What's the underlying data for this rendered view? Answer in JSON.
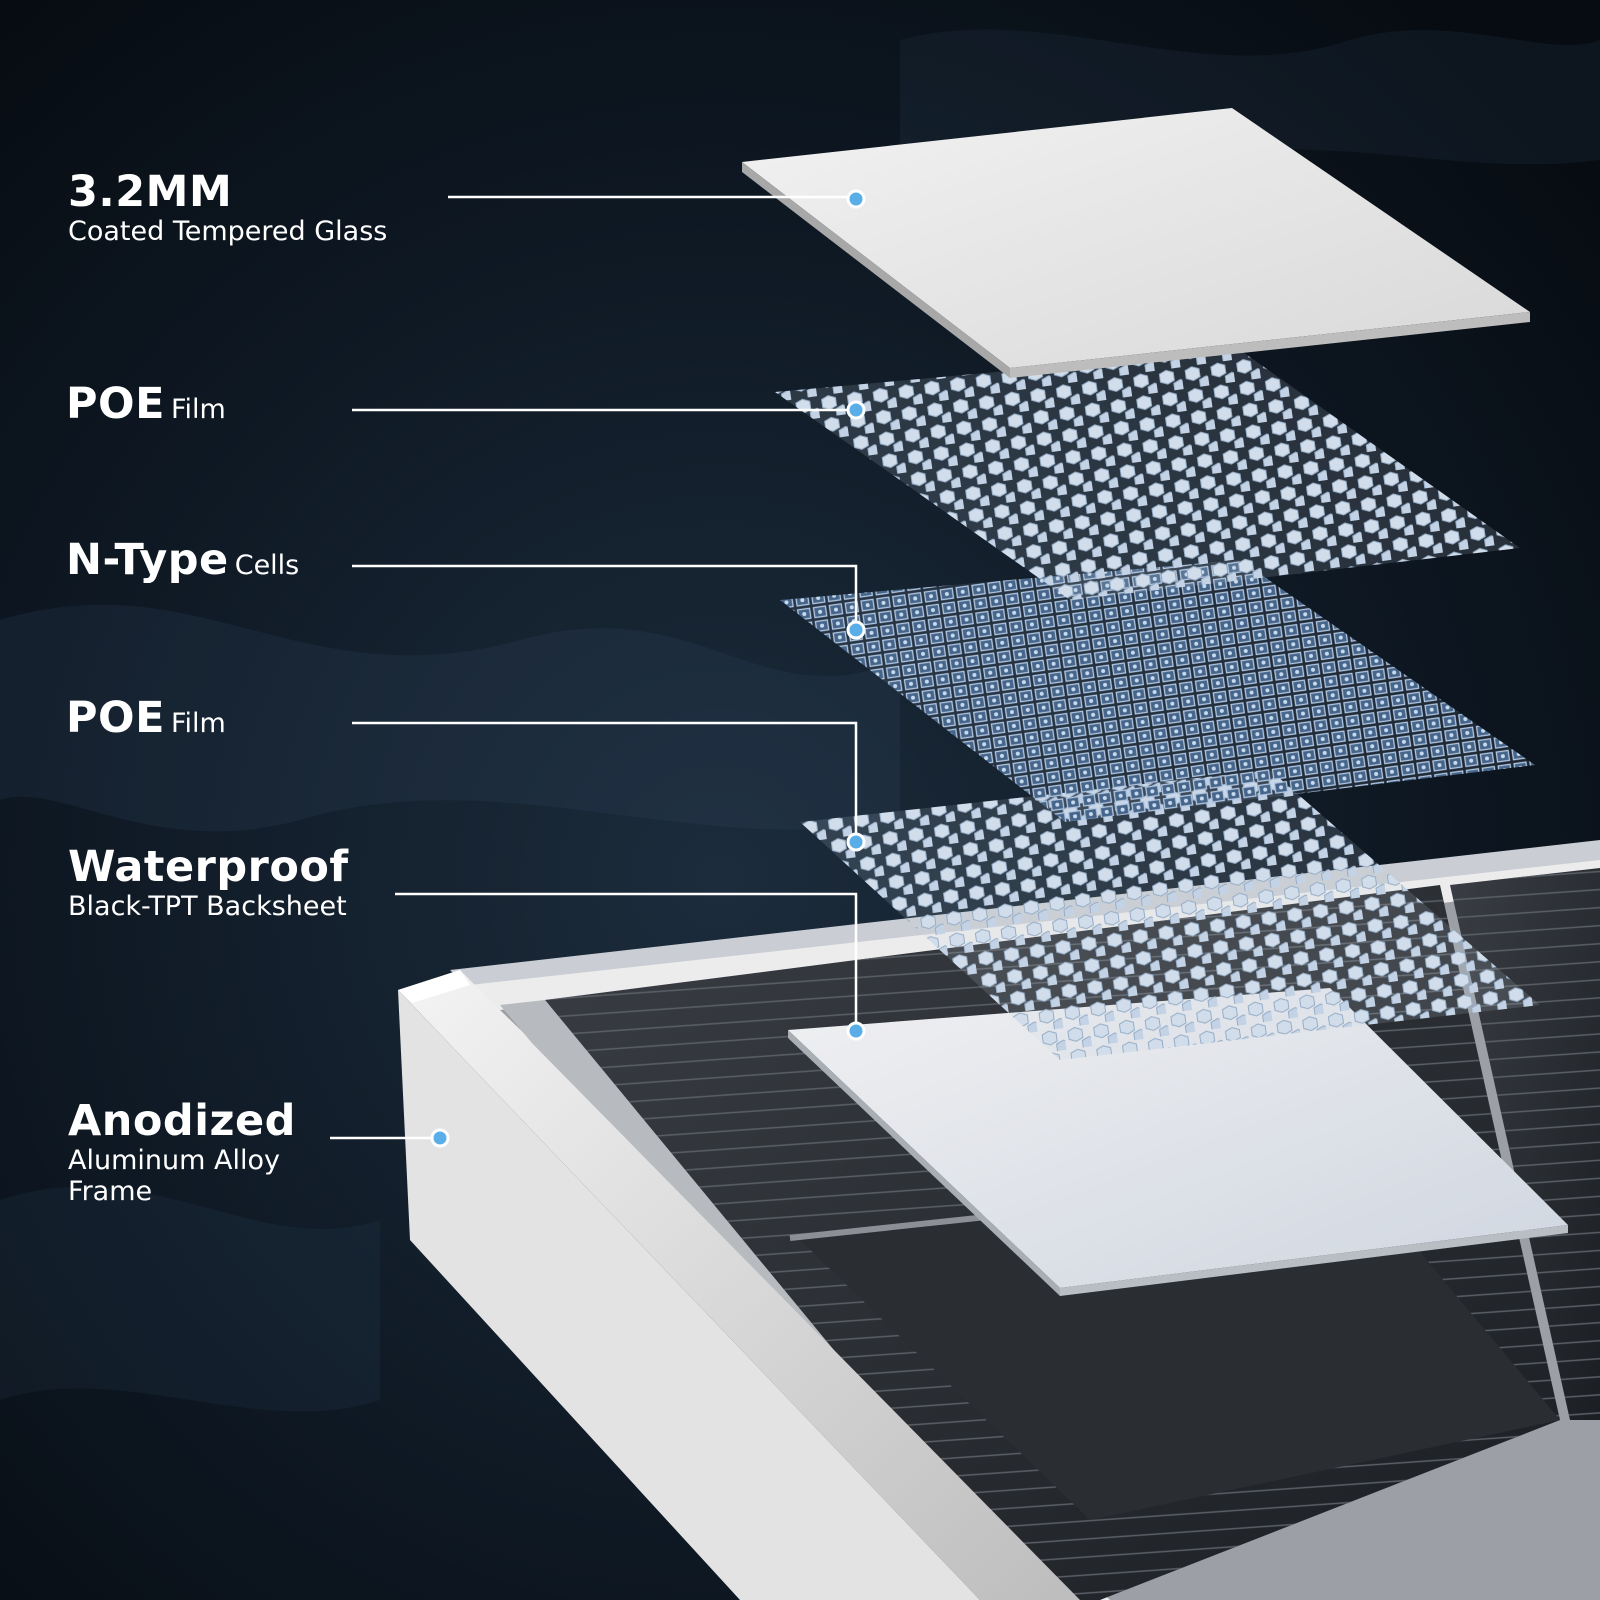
{
  "layers": [
    {
      "title": "3.2MM",
      "subtitle": "Coated Tempered Glass"
    },
    {
      "title": "POE",
      "subtitle": "Film"
    },
    {
      "title": "N-Type",
      "subtitle": "Cells"
    },
    {
      "title": "POE",
      "subtitle": "Film"
    },
    {
      "title": "Waterproof",
      "subtitle": "Black-TPT Backsheet"
    },
    {
      "title": "Anodized",
      "subtitle": "Aluminum Alloy Frame"
    }
  ],
  "colors": {
    "background": "#0a121b",
    "callout_line": "#ffffff",
    "marker_dot": "#5aaee8",
    "glass": "#e6e6e6",
    "film": "#c9d7e6",
    "cells": "#9fb7d3",
    "frame": "#d9d9d9",
    "panel_cells": "#2c3036"
  },
  "icons": [
    "callout-dot-icon"
  ]
}
